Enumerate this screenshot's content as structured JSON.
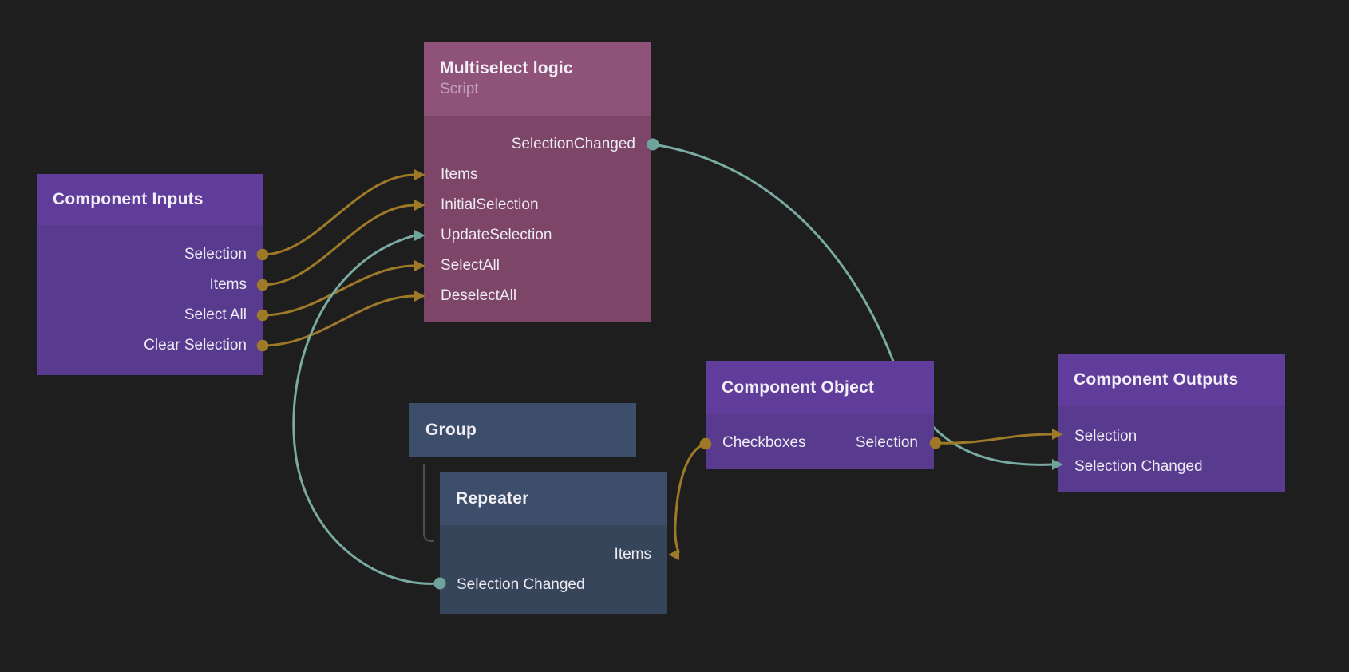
{
  "colors": {
    "background": "#1e1e1e",
    "wire_gold": "#9e7a28",
    "wire_teal": "#79aba3",
    "dot_teal": "#6fa49c",
    "purple_node_header": "#613d9b",
    "purple_node_body": "#583a8f",
    "rose_node_header": "#8f5278",
    "rose_node_body": "#7d4567",
    "slate_node_header": "#3d4e6a",
    "slate_node_body": "#36455a",
    "hierarchy_line": "#4f4f4f",
    "text": "#f1eef6"
  },
  "nodes": {
    "multiselect_logic": {
      "title": "Multiselect logic",
      "subtitle": "Script",
      "ports": {
        "selection_changed": "SelectionChanged",
        "items": "Items",
        "initial_selection": "InitialSelection",
        "update_selection": "UpdateSelection",
        "select_all": "SelectAll",
        "deselect_all": "DeselectAll"
      }
    },
    "component_inputs": {
      "title": "Component Inputs",
      "ports": {
        "selection": "Selection",
        "items": "Items",
        "select_all": "Select All",
        "clear_selection": "Clear Selection"
      }
    },
    "group": {
      "title": "Group"
    },
    "repeater": {
      "title": "Repeater",
      "ports": {
        "items": "Items",
        "selection_changed": "Selection Changed"
      }
    },
    "component_object": {
      "title": "Component Object",
      "ports": {
        "checkboxes": "Checkboxes",
        "selection": "Selection"
      }
    },
    "component_outputs": {
      "title": "Component Outputs",
      "ports": {
        "selection": "Selection",
        "selection_changed": "Selection Changed"
      }
    }
  },
  "connections": [
    {
      "from": "Component Inputs.Selection",
      "to": "Multiselect logic.Items",
      "color": "gold"
    },
    {
      "from": "Component Inputs.Items",
      "to": "Multiselect logic.InitialSelection",
      "color": "gold"
    },
    {
      "from": "Component Inputs.Select All",
      "to": "Multiselect logic.SelectAll",
      "color": "gold"
    },
    {
      "from": "Component Inputs.Clear Selection",
      "to": "Multiselect logic.DeselectAll",
      "color": "gold"
    },
    {
      "from": "Repeater.Selection Changed",
      "to": "Multiselect logic.UpdateSelection",
      "color": "teal"
    },
    {
      "from": "Multiselect logic.SelectionChanged",
      "to": "Component Outputs.Selection Changed",
      "color": "teal"
    },
    {
      "from": "Component Object.Selection",
      "to": "Component Outputs.Selection",
      "color": "gold"
    },
    {
      "from": "Component Object.Checkboxes",
      "to": "Repeater.Items",
      "color": "gold"
    },
    {
      "from": "Group",
      "to": "Repeater",
      "color": "hierarchy"
    }
  ]
}
